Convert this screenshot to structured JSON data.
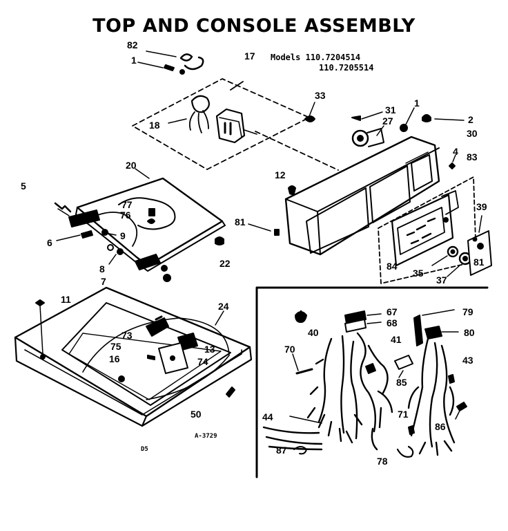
{
  "title": "TOP AND CONSOLE ASSEMBLY",
  "models": {
    "label": "Models",
    "model1": "110.7204514",
    "model2": "110.7205514"
  },
  "diagram_code": "A-3729",
  "page_code": "D5",
  "callouts": {
    "c82": "82",
    "c1a": "1",
    "c17": "17",
    "c18": "18",
    "c33": "33",
    "c31": "31",
    "c1b": "1",
    "c2": "2",
    "c27": "27",
    "c30": "30",
    "c4": "4",
    "c83": "83",
    "c20": "20",
    "c5": "5",
    "c77": "77",
    "c76": "76",
    "c6": "6",
    "c9": "9",
    "c8": "8",
    "c7": "7",
    "c22": "22",
    "c12": "12",
    "c81a": "81",
    "c39": "39",
    "c81b": "81",
    "c84": "84",
    "c35": "35",
    "c37": "37",
    "c11": "11",
    "c24": "24",
    "c73": "73",
    "c13": "13",
    "c75": "75",
    "c74": "74",
    "c16": "16",
    "c50": "50",
    "c40": "40",
    "c67": "67",
    "c68": "68",
    "c79": "79",
    "c80": "80",
    "c41": "41",
    "c70": "70",
    "c43": "43",
    "c85": "85",
    "c44": "44",
    "c71": "71",
    "c86": "86",
    "c87": "87",
    "c78": "78"
  }
}
